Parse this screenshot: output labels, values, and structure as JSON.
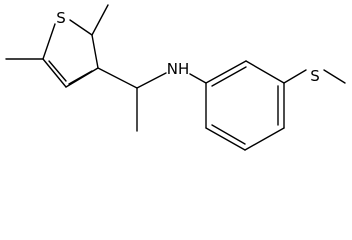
{
  "molecule": {
    "atoms": {
      "thiophene_sulfur": "S",
      "amine": "NH",
      "thioether_sulfur": "S"
    },
    "colors": {
      "bond": "#000000",
      "label": "#000000",
      "background": "#ffffff"
    }
  }
}
